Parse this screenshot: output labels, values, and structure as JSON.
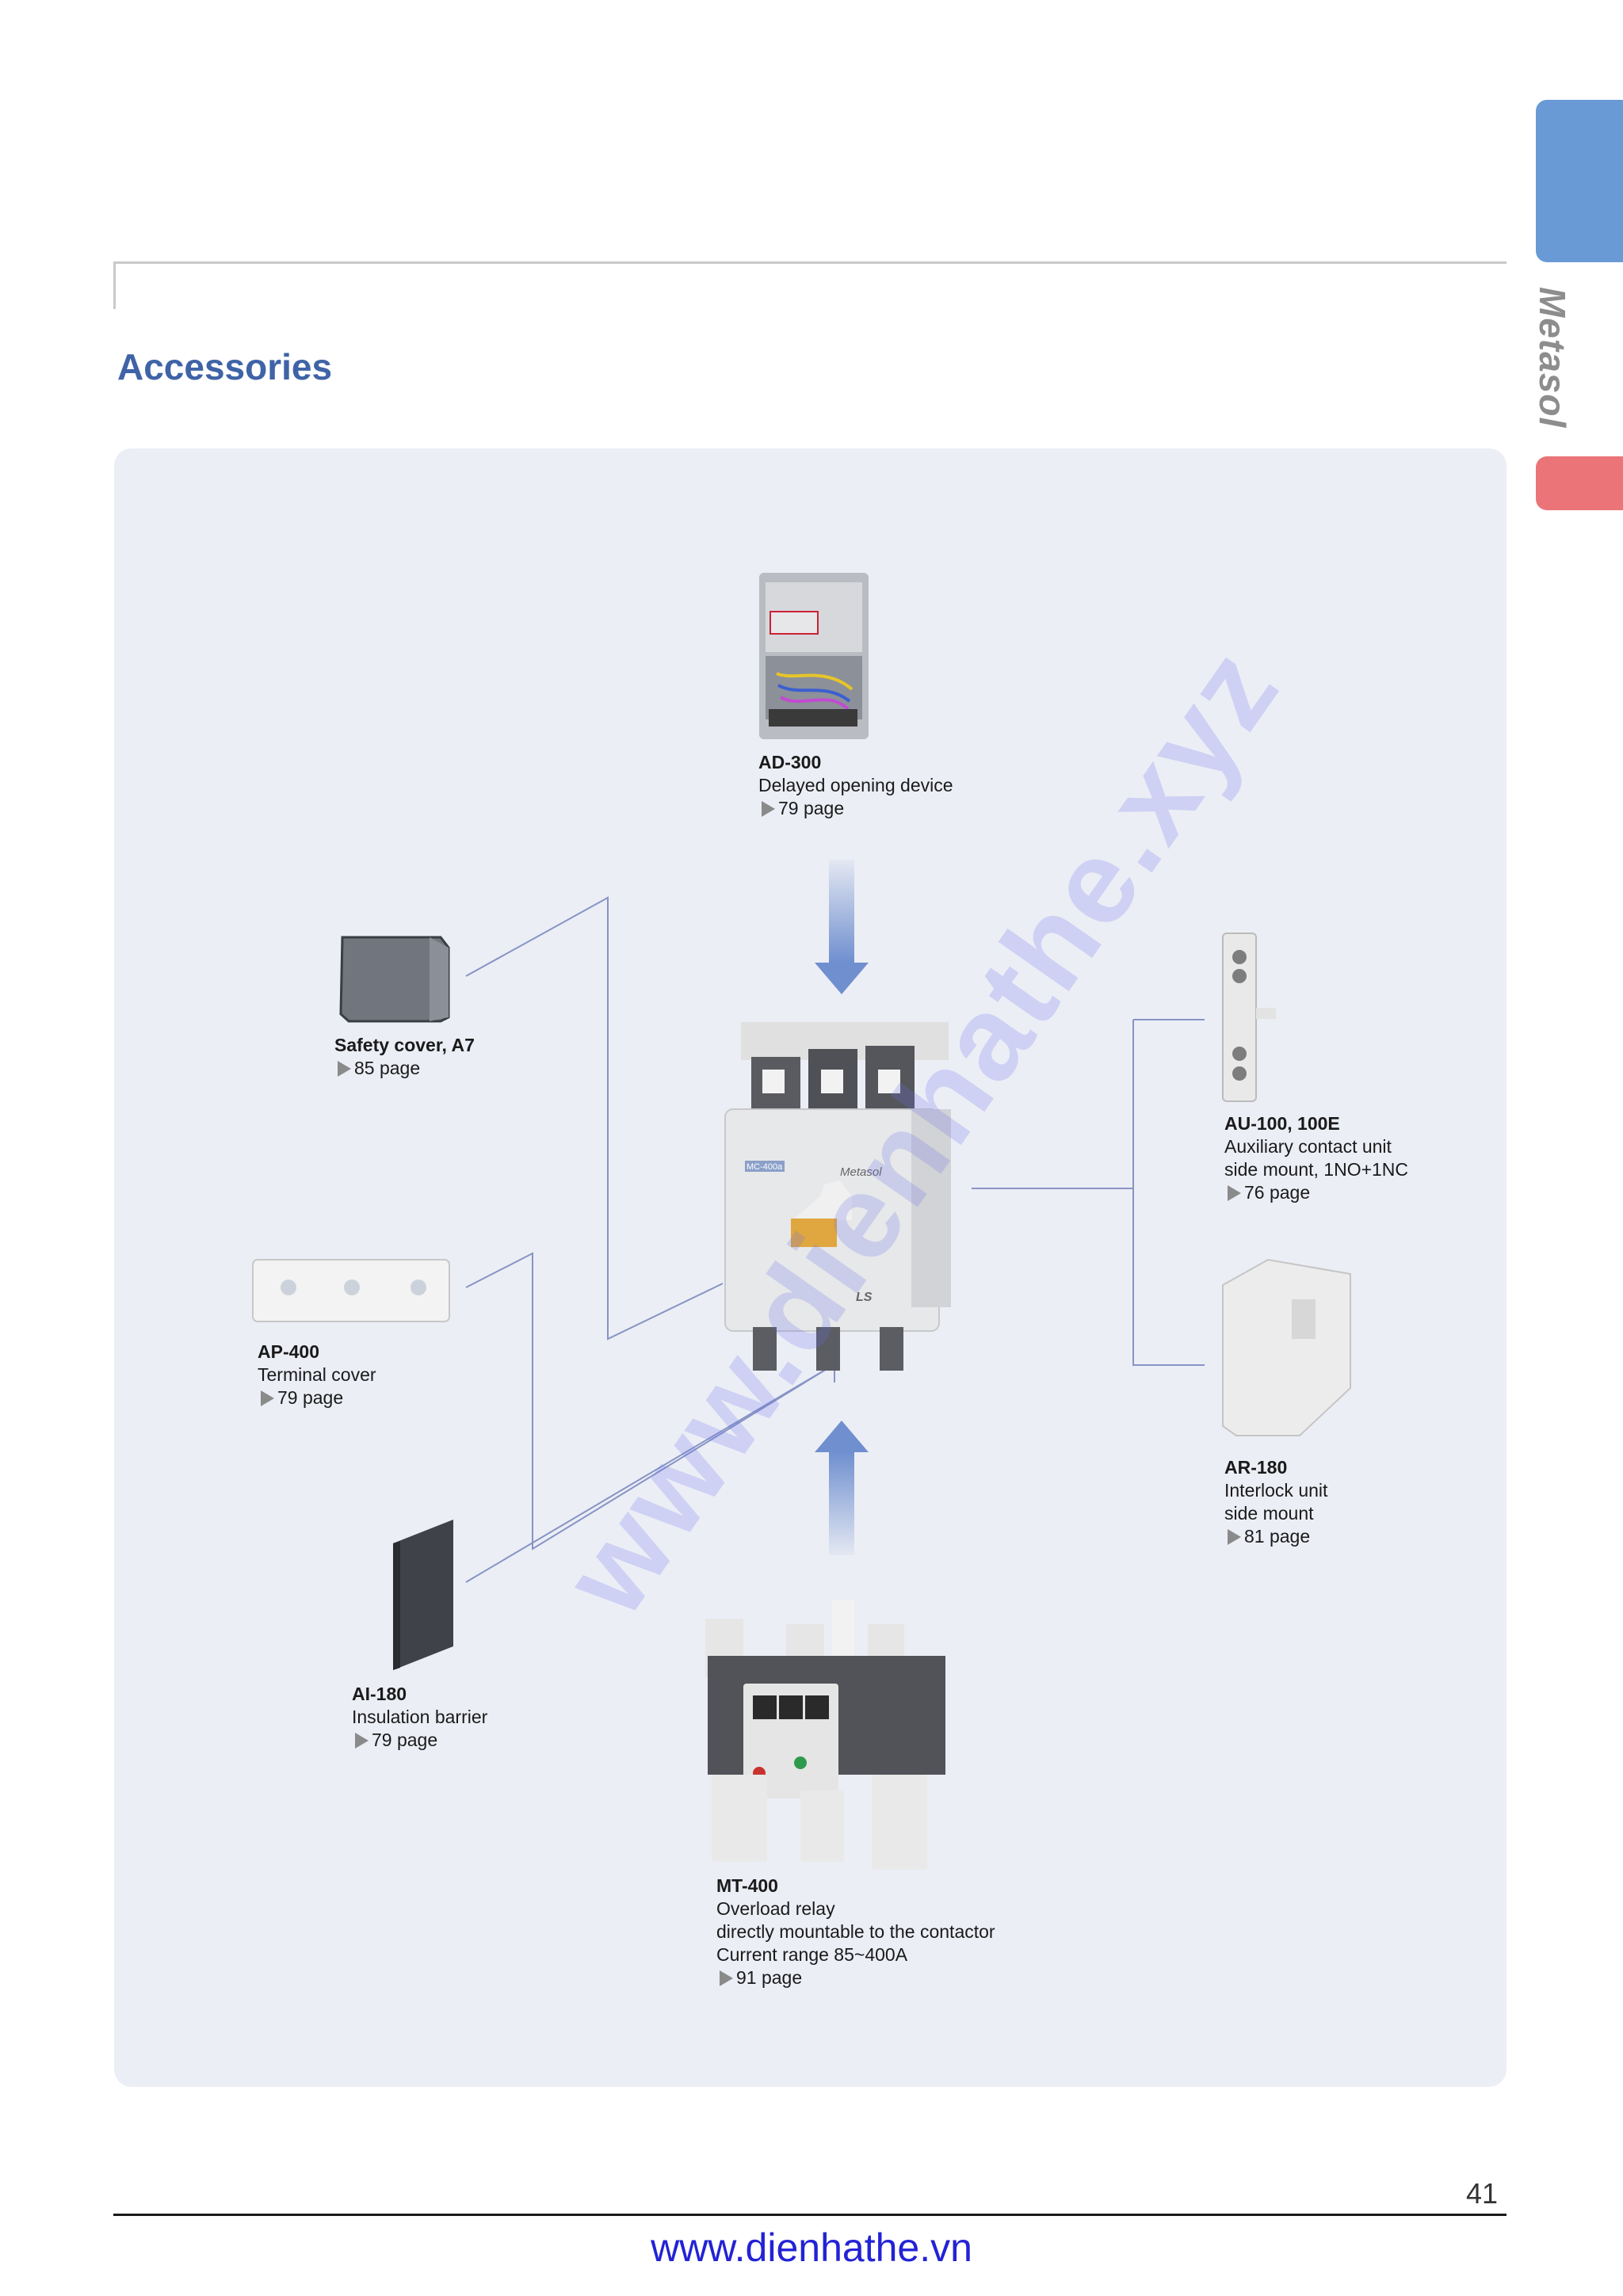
{
  "side_tab": {
    "text": "Metasol"
  },
  "section": {
    "title": "Accessories"
  },
  "items": [
    {
      "model": "AD-300",
      "lines": [
        "Delayed opening device"
      ],
      "page": "79 page"
    },
    {
      "model": "Safety cover, A7",
      "lines": [],
      "page": "85 page"
    },
    {
      "model": "AU-100, 100E",
      "lines": [
        "Auxiliary contact unit",
        "side mount, 1NO+1NC"
      ],
      "page": "76 page"
    },
    {
      "model": "AP-400",
      "lines": [
        "Terminal cover"
      ],
      "page": "79 page"
    },
    {
      "model": "AR-180",
      "lines": [
        "Interlock unit",
        "side mount"
      ],
      "page": "81 page"
    },
    {
      "model": "AI-180",
      "lines": [
        "Insulation barrier"
      ],
      "page": "79 page"
    },
    {
      "model": "MT-400",
      "lines": [
        "Overload relay",
        "directly mountable to the contactor",
        "Current range 85~400A"
      ],
      "page": "91 page"
    }
  ],
  "contactor": {
    "brand": "Metasol",
    "model_plate": "MC-400a",
    "logo": "LS"
  },
  "watermark": "www.dienhathe.xyz",
  "footer": {
    "page_number": "41",
    "url": "www.dienhathe.vn"
  },
  "colors": {
    "title": "#3f63a6",
    "tab_blue": "#6a9ad6",
    "tab_red": "#ea7478",
    "panel": "#eceef6",
    "footer_url": "#2222d6"
  }
}
